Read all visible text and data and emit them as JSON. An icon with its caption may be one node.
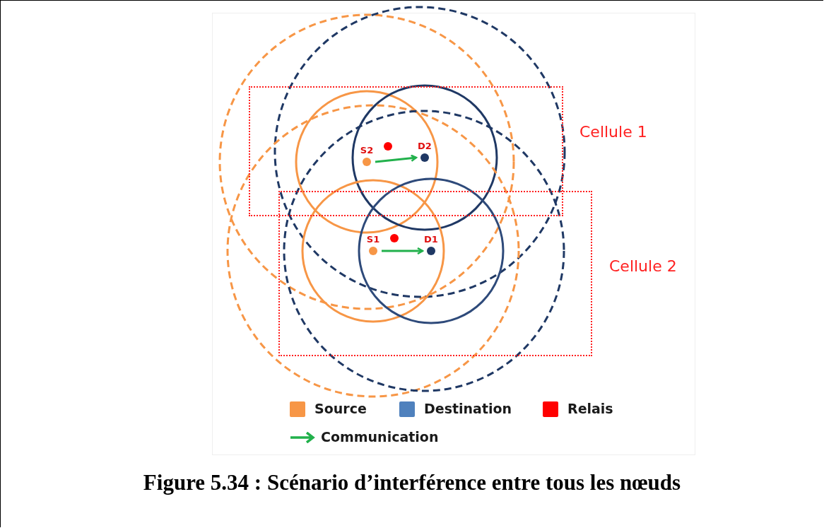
{
  "diagram": {
    "caption": "Figure 5.34 : Scénario d’interférence entre tous les nœuds",
    "nodes": [
      {
        "text": [
          "Cellule 1"
        ]
      },
      {
        "text": [
          "S2"
        ],
        "in": 0
      },
      {
        "text": [],
        "shape": "circle",
        "in": 0
      },
      {
        "text": [
          "D2"
        ],
        "in": 0
      },
      {
        "text": [
          "Cellule 2"
        ]
      },
      {
        "text": [
          "S1"
        ],
        "in": 4
      },
      {
        "text": [],
        "shape": "circle",
        "in": 4
      },
      {
        "text": [
          "D1"
        ],
        "in": 4
      }
    ],
    "edges": [
      {
        "from": 1,
        "to": 3,
        "arrow": "to",
        "color": "#22b14c"
      },
      {
        "from": 5,
        "to": 7,
        "arrow": "to",
        "color": "#22b14c"
      }
    ],
    "legend": [
      {
        "text": "Source",
        "color": "#f79646"
      },
      {
        "text": "Destination",
        "color": "#4f81bd"
      },
      {
        "text": "Relais",
        "color": "#ff0000"
      },
      {
        "text": "Communication"
      }
    ]
  }
}
